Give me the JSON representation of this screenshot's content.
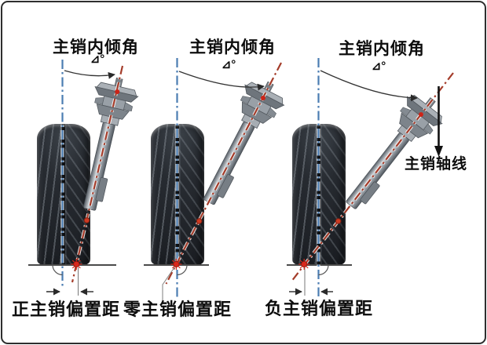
{
  "panels": [
    {
      "top_label": "主销内倾角",
      "angle_symbol": "⊿°",
      "bottom_label": "正主销偏置距"
    },
    {
      "top_label": "主销内倾角",
      "angle_symbol": "⊿°",
      "bottom_label": "零主销偏置距"
    },
    {
      "top_label": "主销内倾角",
      "angle_symbol": "⊿°",
      "bottom_label": "负主销偏置距",
      "axis_label": "主销轴线"
    }
  ],
  "colors": {
    "centerline_blue": "#4b7db2",
    "kingpin_red": "#a43c2a",
    "marker_red": "#d8281c",
    "line_dark": "#3c3c3c",
    "tire_dark": "#23262b",
    "text": "#0d0d0d",
    "background": "#ffffff",
    "border": "#2e2e2e"
  }
}
